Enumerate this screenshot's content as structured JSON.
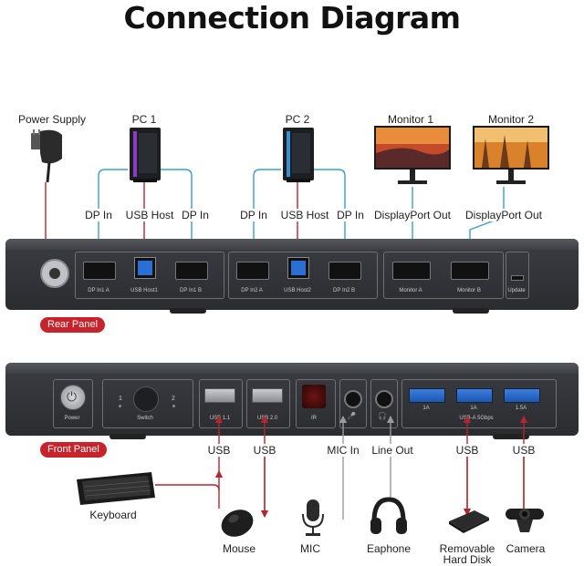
{
  "title": "Connection Diagram",
  "rear": {
    "devices": {
      "power_supply": "Power Supply",
      "pc1": "PC 1",
      "pc2": "PC 2",
      "monitor1": "Monitor 1",
      "monitor2": "Monitor 2"
    },
    "cables": {
      "dp_in_1": "DP In",
      "usb_host_1": "USB Host",
      "dp_in_2": "DP In",
      "dp_in_3": "DP In",
      "usb_host_2": "USB Host",
      "dp_in_4": "DP In",
      "dp_out_a": "DisplayPort Out",
      "dp_out_b": "DisplayPort Out"
    },
    "ports": {
      "dp_in1a": "DP In1 A",
      "usb_host1": "USB Host1",
      "dp_in1b": "DP In1 B",
      "dp_in2a": "DP In2 A",
      "usb_host2": "USB Host2",
      "dp_in2b": "DP In2 B",
      "monitor_a": "Monitor A",
      "monitor_b": "Monitor B",
      "update": "Update"
    },
    "badge": "Rear Panel"
  },
  "front": {
    "ports": {
      "power": "Power",
      "switch": "Switch",
      "switch_1": "1",
      "switch_2": "2",
      "usb11": "USB 1.1",
      "usb20": "USB 2.0",
      "ir": "IR",
      "usb_5gbps": "USB-A 5Gbps",
      "current_1": "1A",
      "current_2": "1A",
      "current_3": "1.5A"
    },
    "cables": {
      "usb_1": "USB",
      "usb_2": "USB",
      "mic_in": "MIC In",
      "line_out": "Line Out",
      "usb_3": "USB",
      "usb_4": "USB"
    },
    "devices": {
      "keyboard": "Keyboard",
      "mouse": "Mouse",
      "mic": "MIC",
      "earphone": "Eaphone",
      "hdd_line1": "Removable",
      "hdd_line2": "Hard Disk",
      "camera": "Camera"
    },
    "badge": "Front Panel"
  },
  "colors": {
    "usb_cable": "#b3262e",
    "dp_cable": "#3aa0c8",
    "audio_cable": "#999999",
    "badge": "#c8222a",
    "usb3_port": "#2a6fd6"
  }
}
